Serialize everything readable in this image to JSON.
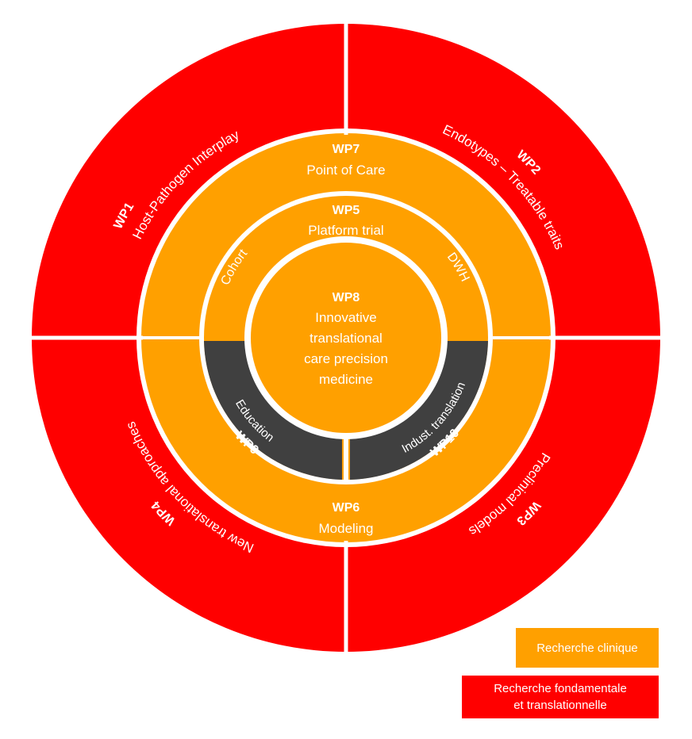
{
  "colors": {
    "red": "#ff0000",
    "orange": "#ffa000",
    "dark": "#404040",
    "white": "#ffffff"
  },
  "outer_ring": {
    "wp1": {
      "code": "WP1",
      "title": "Host-Pathogen Interplay"
    },
    "wp2": {
      "code": "WP2",
      "title": "Endotypes – Treatable traits"
    },
    "wp3": {
      "code": "WP3",
      "title": "Preclinical models"
    },
    "wp4": {
      "code": "WP4",
      "title": "New translational approaches"
    }
  },
  "middle_ring": {
    "wp7": {
      "code": "WP7",
      "title": "Point of Care"
    },
    "wp6": {
      "code": "WP6",
      "title": "Modeling"
    }
  },
  "inner_ring": {
    "wp5": {
      "code": "WP5",
      "title": "Platform trial",
      "left_label": "Cohort",
      "right_label": "DWH"
    },
    "wp9": {
      "code": "WP9",
      "title": "Education"
    },
    "wp10": {
      "code": "WP10",
      "title": "Indust. translation"
    }
  },
  "center": {
    "code": "WP8",
    "lines": [
      "Innovative",
      "translational",
      "care precision",
      "medicine"
    ]
  },
  "legend": {
    "clinical": {
      "label": "Recherche clinique",
      "color": "#ffa000"
    },
    "fundamental": {
      "line1": "Recherche fondamentale",
      "line2": "et translationnelle",
      "color": "#ff0000"
    }
  }
}
